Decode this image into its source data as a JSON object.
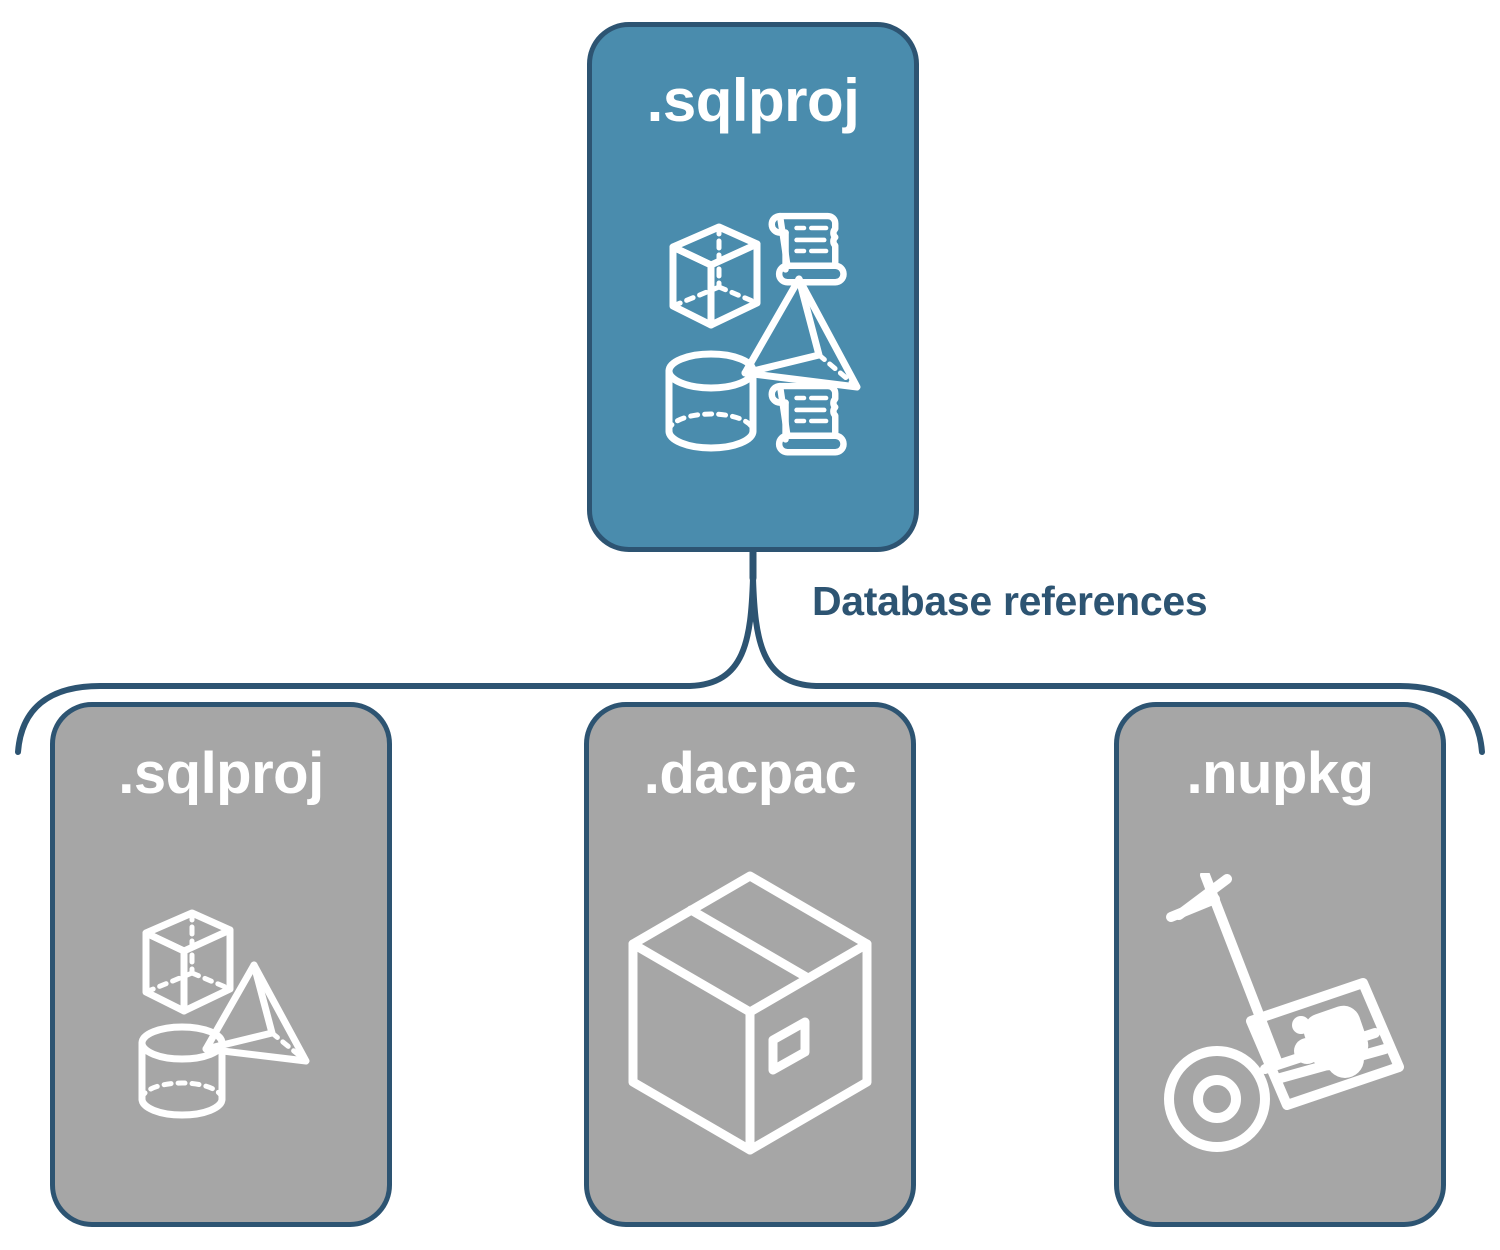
{
  "diagram": {
    "title": "SQL project database references diagram",
    "colors": {
      "accent_fill": "#4a8cad",
      "neutral_fill": "#a6a6a6",
      "stroke": "#2d5472",
      "icon": "#ffffff",
      "background": "#ffffff"
    },
    "connector": {
      "label": "Database references",
      "style": "curly-brace",
      "label_color": "#2d5472"
    },
    "source_node": {
      "label": ".sqlproj",
      "fill": "#4a8cad",
      "icons": [
        "cube-icon",
        "scroll-icon",
        "pyramid-icon",
        "cylinder-icon",
        "scroll-icon"
      ]
    },
    "target_nodes": [
      {
        "label": ".sqlproj",
        "fill": "#a6a6a6",
        "icons": [
          "cube-icon",
          "pyramid-icon",
          "cylinder-icon"
        ]
      },
      {
        "label": ".dacpac",
        "fill": "#a6a6a6",
        "icons": [
          "package-box-icon"
        ]
      },
      {
        "label": ".nupkg",
        "fill": "#a6a6a6",
        "icons": [
          "hand-truck-nuget-icon"
        ]
      }
    ]
  }
}
